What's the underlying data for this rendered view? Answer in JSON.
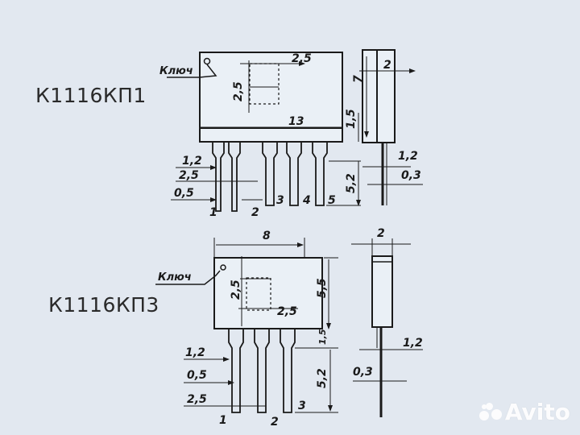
{
  "parts": {
    "kp1": {
      "label": "К1116КП1",
      "key_label": "Ключ",
      "dims": {
        "window_width": "2,5",
        "window_height": "2,5",
        "body_width": "13",
        "body_height": "7",
        "thickness": "2",
        "shoulder": "1,5",
        "lead_length": "5,2",
        "lead_wide": "1,2",
        "lead_pitch": "2,5",
        "lead_thin": "0,5",
        "side_lead_wide": "1,2",
        "side_lead_thick": "0,3"
      },
      "pins": [
        "1",
        "2",
        "3",
        "4",
        "5"
      ]
    },
    "kp3": {
      "label": "К1116КП3",
      "key_label": "Ключ",
      "dims": {
        "body_width": "8",
        "body_height": "5,5",
        "window_height": "2,5",
        "window_width": "2,5",
        "shoulder": "1,5",
        "lead_length": "5,2",
        "lead_wide": "1,2",
        "lead_thin": "0,5",
        "lead_pitch": "2,5",
        "thickness": "2",
        "side_lead_wide": "1,2",
        "side_lead_thick": "0,3"
      },
      "pins": [
        "1",
        "2",
        "3"
      ]
    }
  },
  "watermark": {
    "text": "Avito"
  }
}
